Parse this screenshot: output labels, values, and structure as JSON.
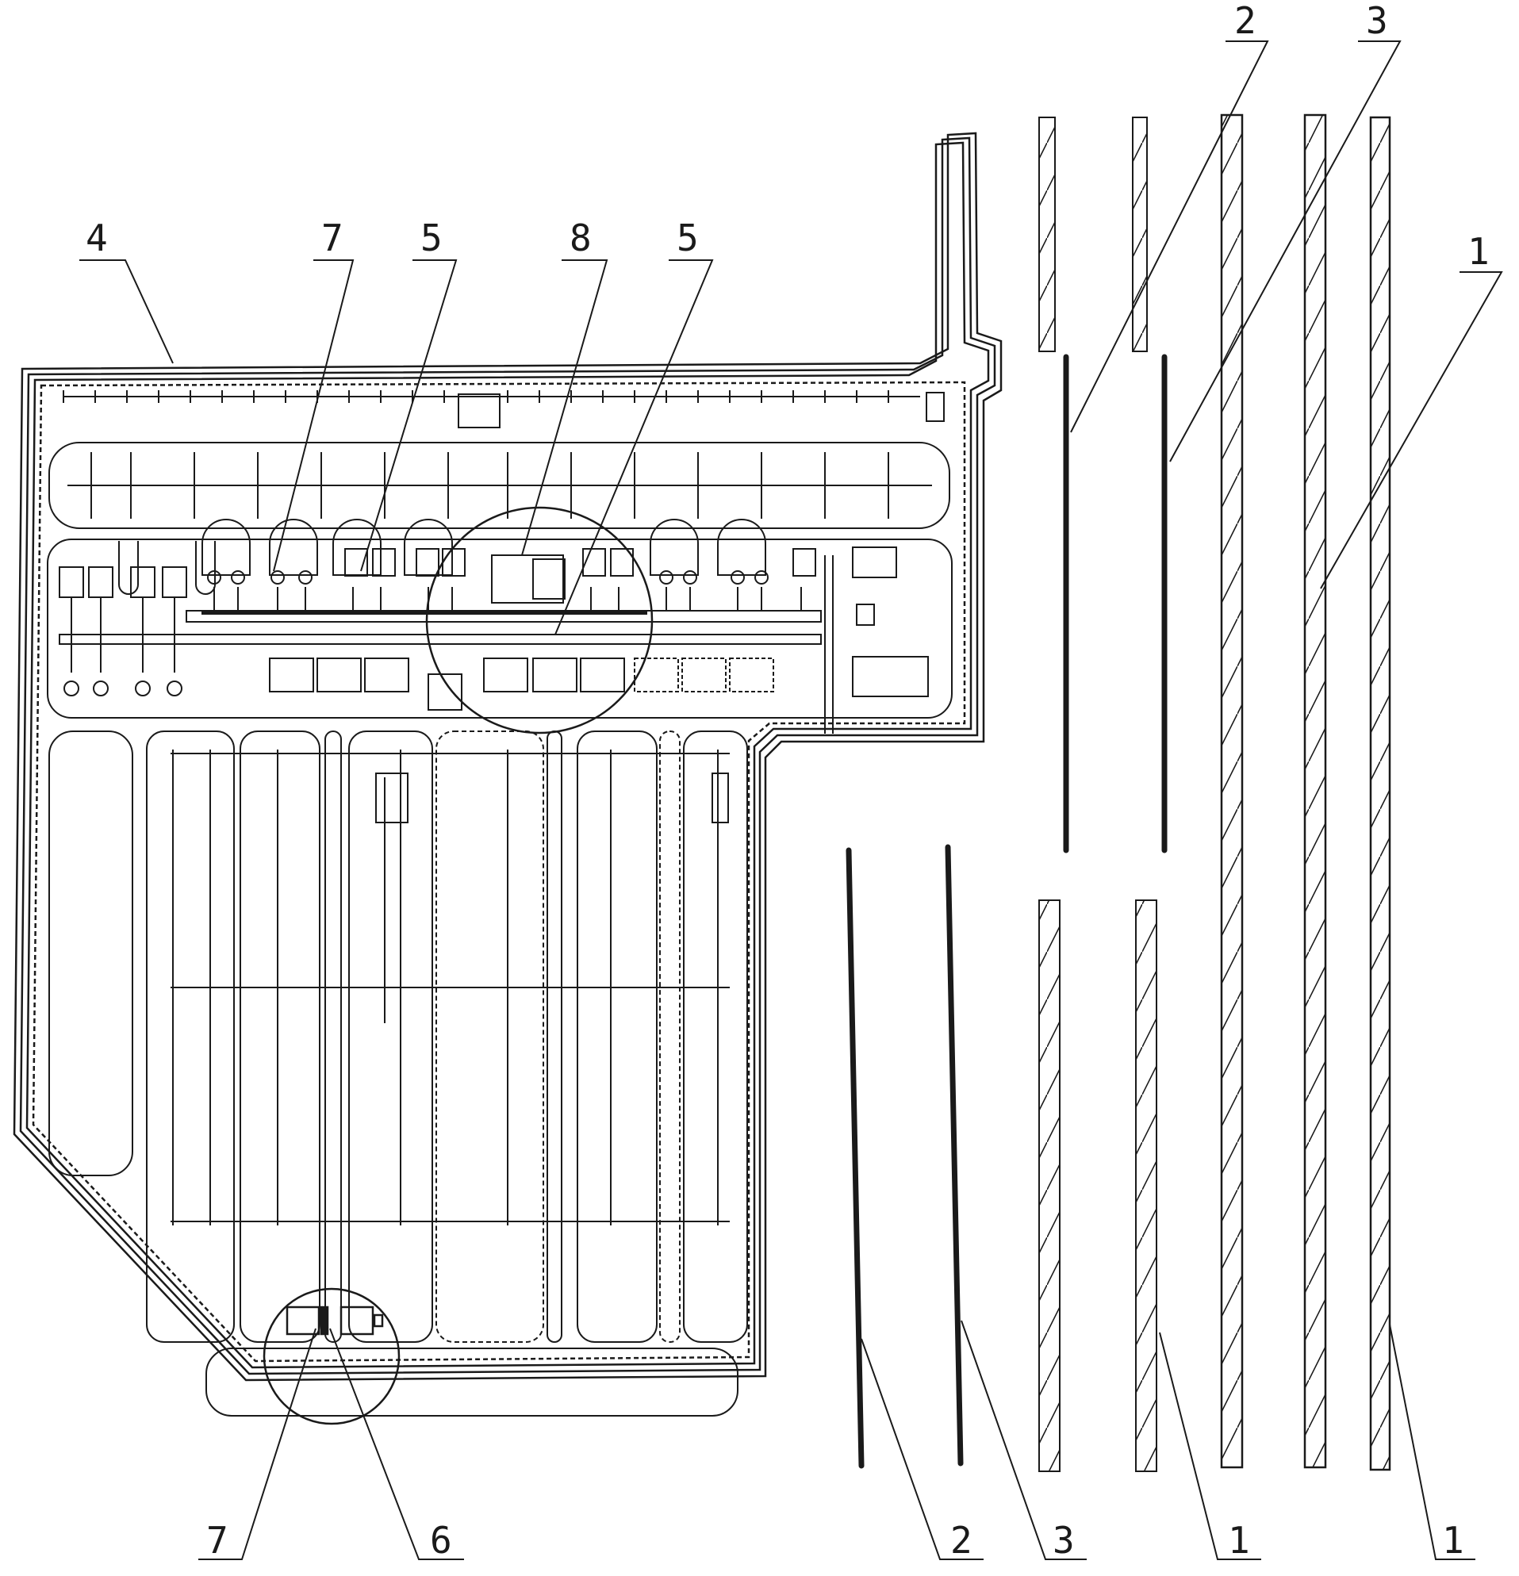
{
  "labels": {
    "l4": "4",
    "l7_top": "7",
    "l5_a": "5",
    "l8": "8",
    "l5_b": "5",
    "l2_top": "2",
    "l3_top": "3",
    "l1_right": "1",
    "l7_bottom": "7",
    "l6": "6",
    "l2_bottom": "2",
    "l3_bottom": "3",
    "l1_bottom_a": "1",
    "l1_bottom_b": "1"
  }
}
